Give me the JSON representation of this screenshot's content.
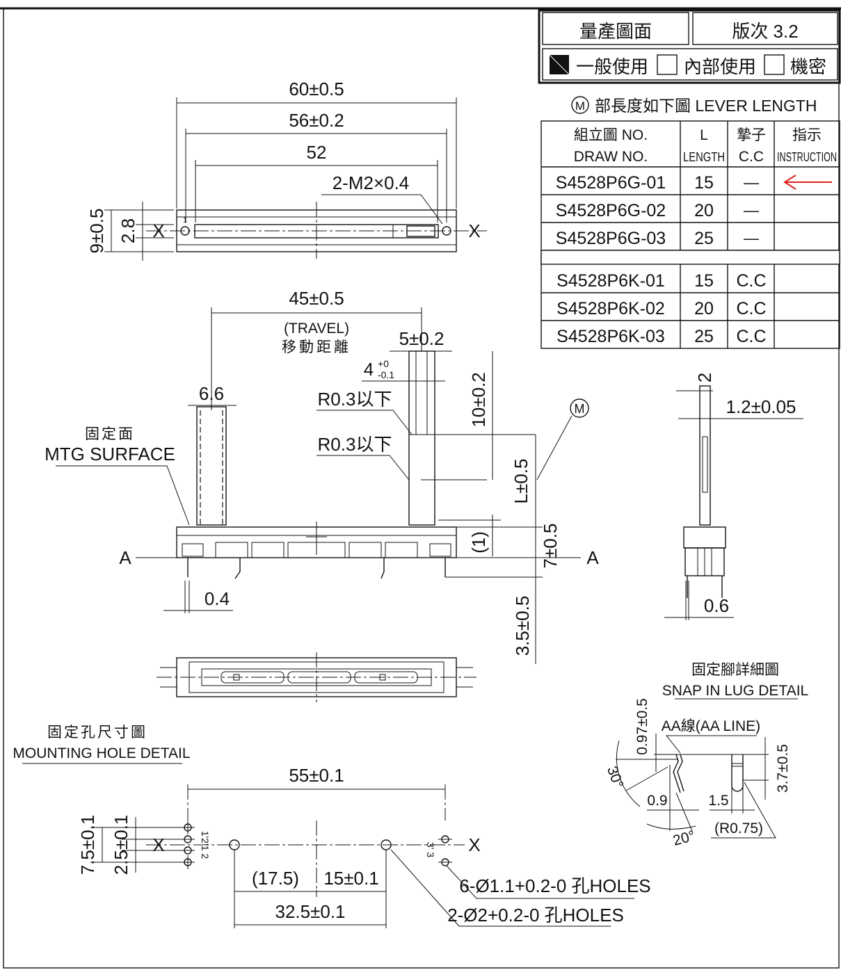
{
  "title_block": {
    "mass_production": "量產圖面",
    "version": "版次 3.2",
    "opt_general": "一般使用",
    "opt_internal": "內部使用",
    "opt_confidential": "機密",
    "checked": "general"
  },
  "lever_table": {
    "heading_symbol": "M",
    "heading": "部長度如下圖 LEVER LENGTH",
    "headers": [
      {
        "zh": "組立圖 NO.",
        "en": "DRAW NO."
      },
      {
        "zh": "L",
        "en": "LENGTH"
      },
      {
        "zh": "摯子",
        "en": "C.C"
      },
      {
        "zh": "指示",
        "en": "INSTRUCTION"
      }
    ],
    "rows": [
      {
        "draw_no": "S4528P6G-01",
        "length": "15",
        "cc": "—",
        "instruction": "arrow"
      },
      {
        "draw_no": "S4528P6G-02",
        "length": "20",
        "cc": "—",
        "instruction": ""
      },
      {
        "draw_no": "S4528P6G-03",
        "length": "25",
        "cc": "—",
        "instruction": ""
      },
      {
        "draw_no": "S4528P6K-01",
        "length": "15",
        "cc": "C.C",
        "instruction": ""
      },
      {
        "draw_no": "S4528P6K-02",
        "length": "20",
        "cc": "C.C",
        "instruction": ""
      },
      {
        "draw_no": "S4528P6K-03",
        "length": "25",
        "cc": "C.C",
        "instruction": ""
      }
    ],
    "arrow_color": "#e0201c"
  },
  "top_view": {
    "d60": "60±0.5",
    "d56": "56±0.2",
    "d52": "52",
    "thread": "2-M2×0.4",
    "d9": "9±0.5",
    "d28": "2.8",
    "axis_x": "X",
    "pin1": "1"
  },
  "front_view": {
    "travel_dim": "45±0.5",
    "travel_en": "(TRAVEL)",
    "travel_zh": "移動距離",
    "lever_width": "5±0.2",
    "lever_tol_main": "4",
    "lever_tol_plus": "+0",
    "lever_tol_minus": "-0.1",
    "radius1": "R0.3以下",
    "radius2": "R0.3以下",
    "d66": "6.6",
    "mtg_zh": "固定面",
    "mtg_en": "MTG SURFACE",
    "d10": "10±0.2",
    "dL": "L±0.5",
    "m_symbol": "M",
    "d1": "(1)",
    "d7": "7±0.5",
    "section_a": "A",
    "d04": "0.4",
    "d35": "3.5±0.5"
  },
  "side_view": {
    "d2": "2",
    "d12": "1.2±0.05",
    "d06": "0.6"
  },
  "snap_lug": {
    "title_zh": "固定腳詳細圖",
    "title_en": "SNAP IN LUG DETAIL",
    "aa_line": "AA線(AA LINE)",
    "d097": "0.97±0.5",
    "d37": "3.7±0.5",
    "angle30": "30°",
    "angle20": "20°",
    "d09": "0.9",
    "d15": "1.5",
    "r075": "(R0.75)"
  },
  "mounting": {
    "title_zh": "固定孔尺寸圖",
    "title_en": "MOUNTING HOLE DETAIL",
    "d55": "55±0.1",
    "d75": "7.5±0.1",
    "d25": "2.5±0.1",
    "d175": "(17.5)",
    "d15": "15±0.1",
    "d325": "32.5±0.1",
    "holes_small": "6-Ø1.1+0.2-0 孔HOLES",
    "holes_large": "2-Ø2+0.2-0 孔HOLES",
    "pin_labels_left": "1'2'1 2",
    "pin_labels_right": "3' 3",
    "axis_x": "X"
  }
}
